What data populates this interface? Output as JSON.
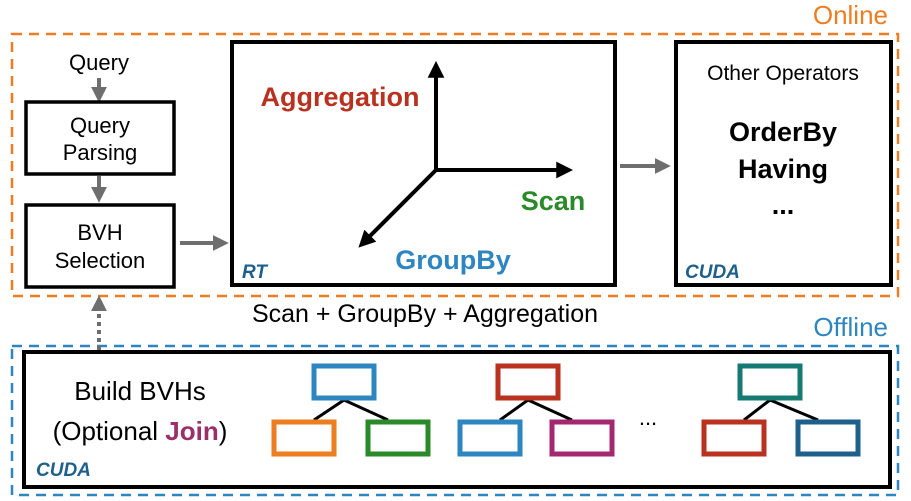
{
  "regions": {
    "online_label": "Online",
    "offline_label": "Offline"
  },
  "pipeline": {
    "query_label": "Query",
    "query_parsing": [
      "Query",
      "Parsing"
    ],
    "bvh_selection": [
      "BVH",
      "Selection"
    ]
  },
  "rt_box": {
    "aggregation": "Aggregation",
    "scan": "Scan",
    "groupby": "GroupBy",
    "tag": "RT",
    "caption": "Scan + GroupBy + Aggregation"
  },
  "operators_box": {
    "title": "Other Operators",
    "items": [
      "OrderBy",
      "Having",
      "..."
    ],
    "tag": "CUDA"
  },
  "offline_box": {
    "build_line1": "Build BVHs",
    "build_line2_prefix": "(Optional ",
    "build_line2_join": "Join",
    "build_line2_suffix": ")",
    "tag": "CUDA",
    "ellipsis": "..."
  },
  "colors": {
    "online": "#ee7d22",
    "offline": "#2e86c1",
    "aggregation": "#b8321f",
    "scan": "#2a8a2a",
    "groupby": "#2e86c1",
    "tag": "#1f5f8b",
    "join": "#99306a",
    "arrow_gray": "#6e6e6e"
  },
  "trees": [
    {
      "root": "#2e86c1",
      "left": "#ee7d22",
      "right": "#2a8a2a"
    },
    {
      "root": "#b8321f",
      "left": "#2e86c1",
      "right": "#a3286f"
    },
    {
      "root": "#177a72",
      "left": "#b8321f",
      "right": "#1f5f8b"
    }
  ]
}
